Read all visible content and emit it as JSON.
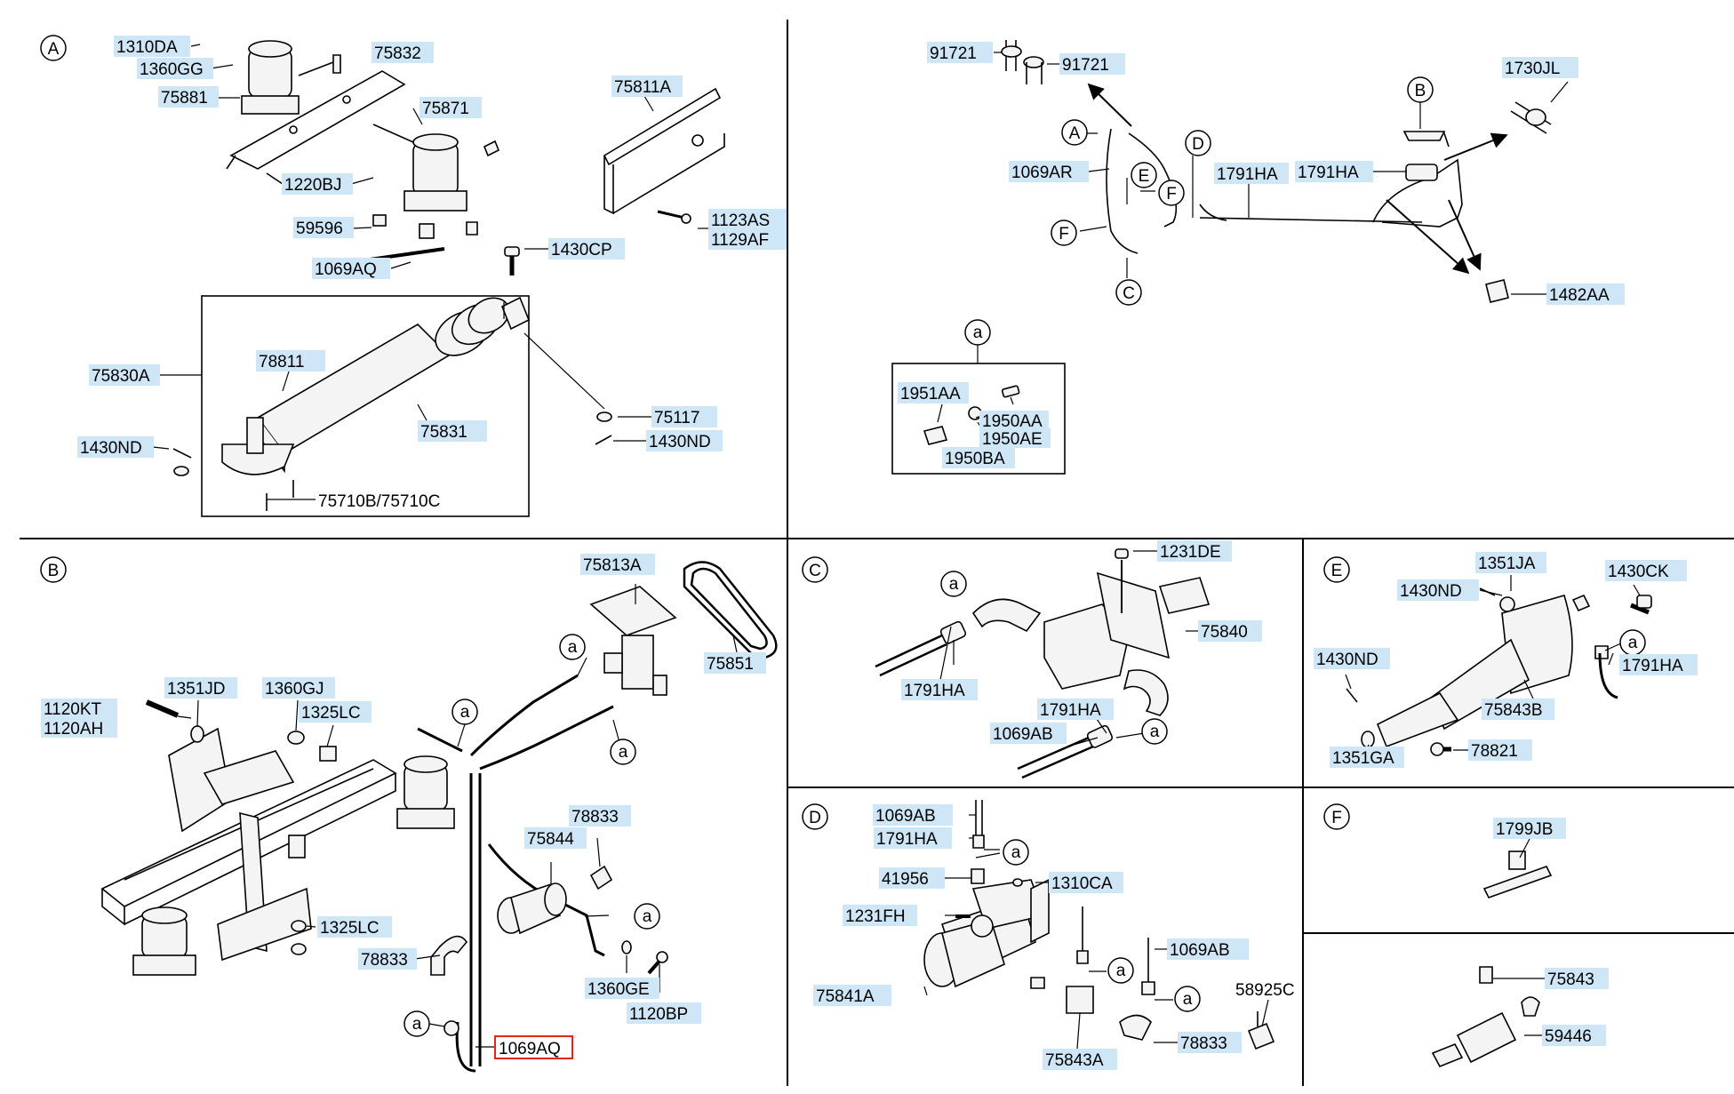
{
  "colors": {
    "label_fill": "#cfe6f7",
    "line": "#000000",
    "highlight": "#e3241b",
    "part_fill": "#f4f4f4"
  },
  "sections": {
    "A": "A",
    "B": "B",
    "C": "C",
    "D": "D",
    "E": "E",
    "F": "F"
  },
  "callouts": {
    "a": "a",
    "A": "A",
    "B": "B",
    "C": "C",
    "D": "D",
    "E": "E",
    "F": "F"
  },
  "labels": {
    "A": [
      "1310DA",
      "1360GG",
      "75832",
      "75881",
      "75871",
      "1220BJ",
      "59596",
      "1069AQ",
      "75811A",
      "1123AS",
      "1129AF",
      "1430CP",
      "75830A",
      "78811",
      "75831",
      "1430ND",
      "75117",
      "1430ND",
      "75710B/75710C"
    ],
    "R": [
      "91721",
      "91721",
      "1730JL",
      "1069AR",
      "1791HA",
      "1791HA",
      "1482AA",
      "1951AA",
      "1950AA",
      "1950AE",
      "1950BA"
    ],
    "B": [
      "75813A",
      "75851",
      "1120KT",
      "1120AH",
      "1351JD",
      "1360GJ",
      "1325LC",
      "1325LC",
      "78833",
      "75844",
      "78833",
      "1360GE",
      "1120BP",
      "1069AQ"
    ],
    "C": [
      "1231DE",
      "75840",
      "1791HA",
      "1791HA",
      "1069AB"
    ],
    "E": [
      "1351JA",
      "1430ND",
      "1430CK",
      "1430ND",
      "1791HA",
      "75843B",
      "1351GA",
      "78821"
    ],
    "D": [
      "1069AB",
      "1791HA",
      "41956",
      "1310CA",
      "1231FH",
      "1069AB",
      "75841A",
      "58925C",
      "75843A",
      "78833"
    ],
    "F": [
      "1799JB",
      "75843",
      "59446"
    ]
  }
}
